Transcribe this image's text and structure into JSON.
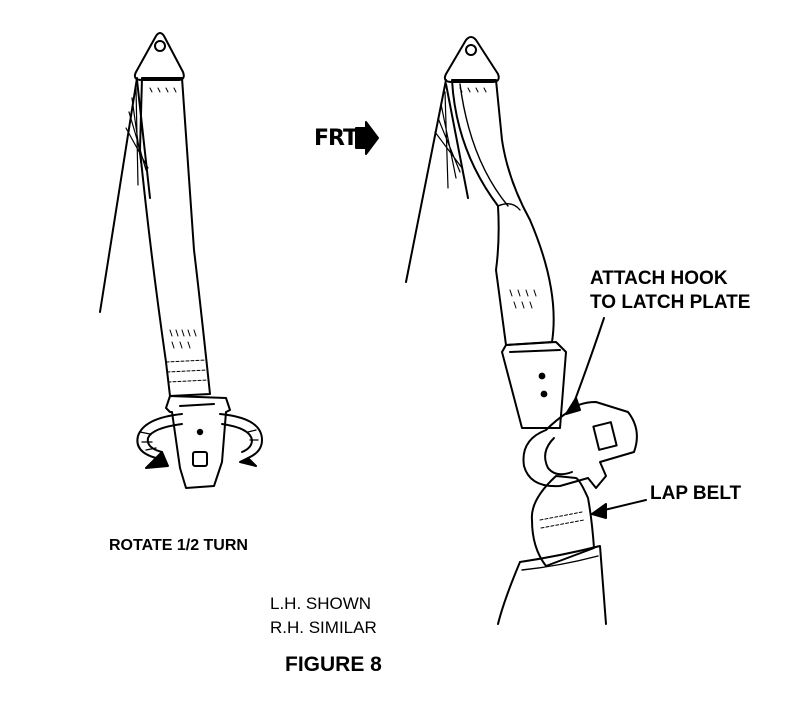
{
  "labels": {
    "front": "FRT",
    "attach_line1": "ATTACH HOOK",
    "attach_line2": "TO LATCH PLATE",
    "lap_belt": "LAP BELT",
    "rotate": "ROTATE 1/2 TURN",
    "lh_shown": "L.H. SHOWN",
    "rh_similar": "R.H. SIMILAR",
    "figure": "FIGURE 8"
  },
  "icons": {
    "front_arrow": "right-arrow-icon",
    "rotation_arrow": "curved-rotation-arrow-icon",
    "pointer_arrow": "pointer-arrow-icon"
  },
  "colors": {
    "ink": "#000000",
    "paper": "#ffffff"
  }
}
